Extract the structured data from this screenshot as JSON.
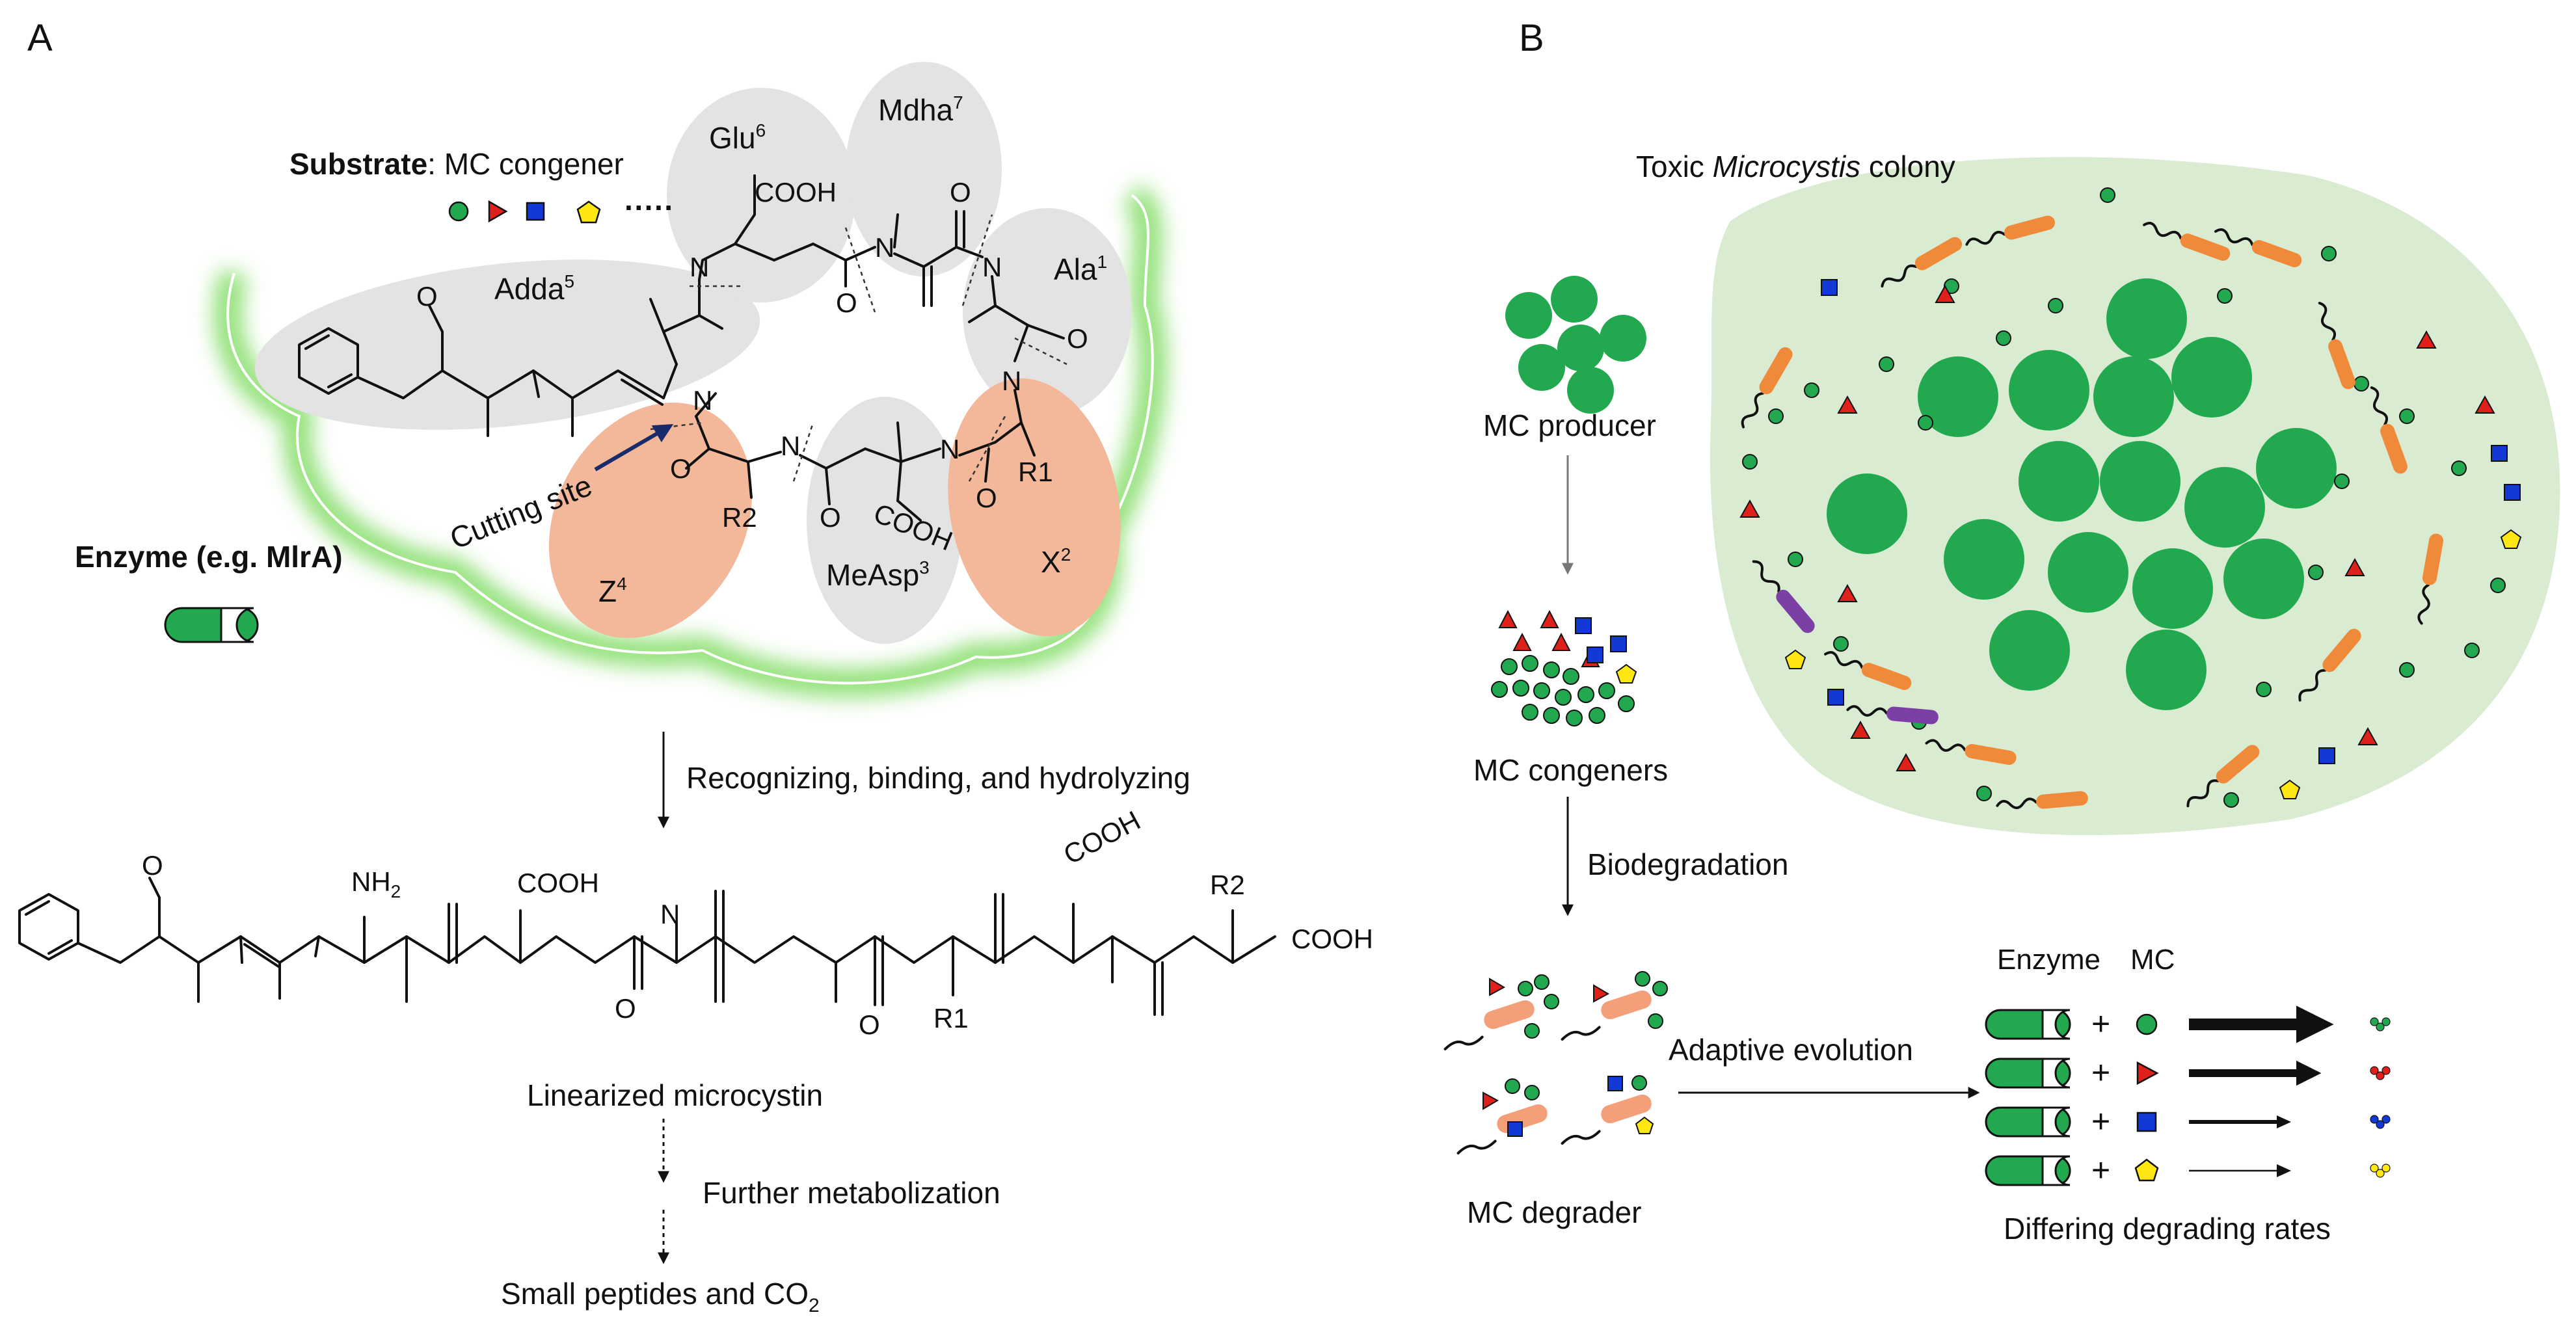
{
  "panel_labels": {
    "a": "A",
    "b": "B"
  },
  "panel_a": {
    "substrate_bold": "Substrate",
    "substrate_rest": ": MC congener",
    "substrate_ellipsis": "·····",
    "residues": {
      "glu": "Glu",
      "glu_sup": "6",
      "mdha": "Mdha",
      "mdha_sup": "7",
      "ala": "Ala",
      "ala_sup": "1",
      "adda": "Adda",
      "adda_sup": "5",
      "measp": "MeAsp",
      "measp_sup": "3",
      "z": "Z",
      "z_sup": "4",
      "x": "X",
      "x_sup": "2"
    },
    "groups": {
      "cooh": "COOH",
      "r1": "R1",
      "r2": "R2",
      "nh2": "NH",
      "nh2_sub": "2",
      "n": "N",
      "o": "O"
    },
    "cutting_site": "Cutting site",
    "enzyme_label": "Enzyme (e.g. MlrA)",
    "step1": "Recognizing, binding, and hydrolyzing",
    "product1": "Linearized microcystin",
    "step2": "Further metabolization",
    "product2": "Small peptides and CO",
    "product2_sub": "2"
  },
  "panel_b": {
    "colony_title_pre": "Toxic ",
    "colony_title_em": "Microcystis",
    "colony_title_post": " colony",
    "mc_producer": "MC producer",
    "mc_congeners": "MC congeners",
    "biodegradation": "Biodegradation",
    "mc_degrader": "MC degrader",
    "adaptive_evolution": "Adaptive evolution",
    "enzyme_col": "Enzyme",
    "mc_col": "MC",
    "plus": "+",
    "differing_rates": "Differing degrading rates"
  },
  "colors": {
    "green": "#22a94f",
    "red": "#e0211b",
    "blue": "#1238d6",
    "yellow": "#ffe812",
    "orange": "#ef8a3a",
    "purple": "#7b3fa6",
    "colony_bg": "#d9ecd2",
    "halo": "#7ddb5e",
    "residue_grey": "#e3e3e3",
    "residue_salmon": "#f3b79a"
  }
}
